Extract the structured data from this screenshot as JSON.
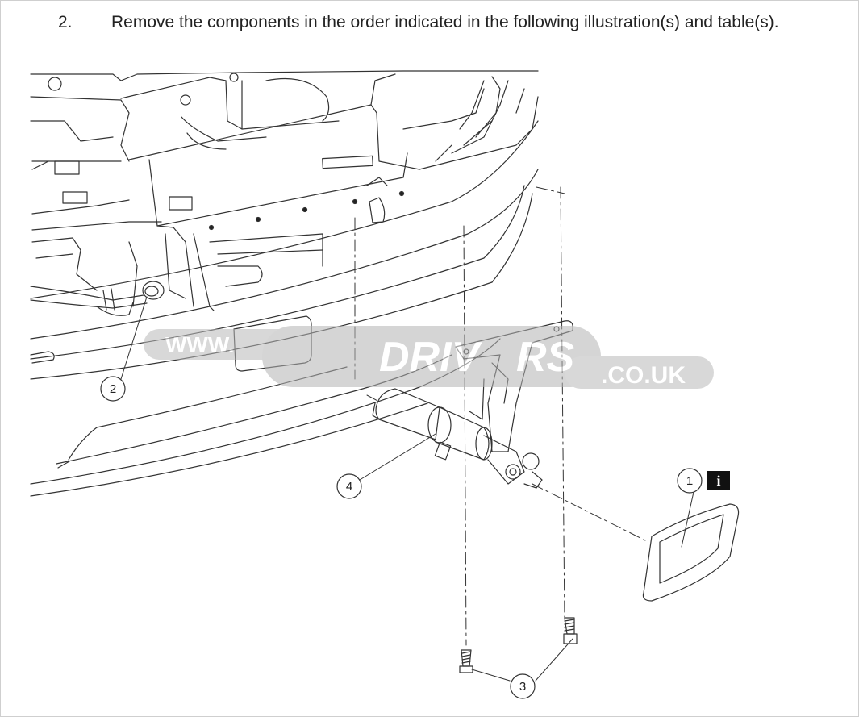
{
  "step": {
    "number": "2.",
    "instruction": "Remove the components in the order indicated in the following illustration(s) and table(s)."
  },
  "callouts": {
    "c1": "1",
    "c2": "2",
    "c3": "3",
    "c4": "4",
    "info_icon": "i"
  },
  "watermark": {
    "left": "WWW.",
    "middle": "DRIV",
    "middle2": "RS",
    "right": ".CO.UK"
  },
  "icons": [
    "info-icon"
  ]
}
